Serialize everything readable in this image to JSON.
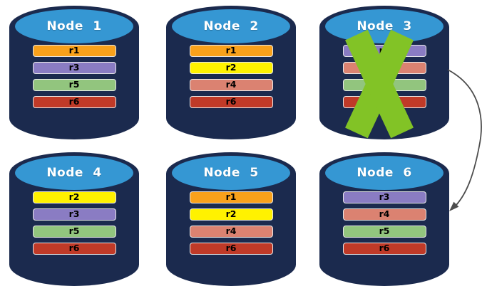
{
  "diagram": {
    "colors": {
      "cylinder_body": "#1B2A4E",
      "cylinder_top": "#3597D3",
      "failure_x": "#82C326",
      "arrow": "#4D4D4D",
      "bar_border": "#E8E8E8"
    },
    "replica_palette": {
      "r1": "#F9A11B",
      "r2": "#FFF200",
      "r3": "#8A7CC3",
      "r4": "#DB8271",
      "r5": "#92C57E",
      "r6": "#C03A28"
    },
    "nodes": [
      {
        "label": "Node 1",
        "failed": false,
        "replicas": [
          {
            "label": "r1",
            "color": "#F9A11B"
          },
          {
            "label": "r3",
            "color": "#8A7CC3"
          },
          {
            "label": "r5",
            "color": "#92C57E"
          },
          {
            "label": "r6",
            "color": "#C03A28"
          }
        ]
      },
      {
        "label": "Node 2",
        "failed": false,
        "replicas": [
          {
            "label": "r1",
            "color": "#F9A11B"
          },
          {
            "label": "r2",
            "color": "#FFF200"
          },
          {
            "label": "r4",
            "color": "#DB8271"
          },
          {
            "label": "r6",
            "color": "#C03A28"
          }
        ]
      },
      {
        "label": "Node 3",
        "failed": true,
        "replicas": [
          {
            "label": "r3",
            "color": "#8A7CC3"
          },
          {
            "label": "",
            "color": "#DB8271"
          },
          {
            "label": "",
            "color": "#92C57E"
          },
          {
            "label": "",
            "color": "#C03A28"
          }
        ]
      },
      {
        "label": "Node 4",
        "failed": false,
        "replicas": [
          {
            "label": "r2",
            "color": "#FFF200"
          },
          {
            "label": "r3",
            "color": "#8A7CC3"
          },
          {
            "label": "r5",
            "color": "#92C57E"
          },
          {
            "label": "r6",
            "color": "#C03A28"
          }
        ]
      },
      {
        "label": "Node 5",
        "failed": false,
        "replicas": [
          {
            "label": "r1",
            "color": "#F9A11B"
          },
          {
            "label": "r2",
            "color": "#FFF200"
          },
          {
            "label": "r4",
            "color": "#DB8271"
          },
          {
            "label": "r6",
            "color": "#C03A28"
          }
        ]
      },
      {
        "label": "Node 6",
        "failed": false,
        "replicas": [
          {
            "label": "r3",
            "color": "#8A7CC3"
          },
          {
            "label": "r4",
            "color": "#DB8271"
          },
          {
            "label": "r5",
            "color": "#92C57E"
          },
          {
            "label": "r6",
            "color": "#C03A28"
          }
        ]
      }
    ],
    "arrow": {
      "from_node": "Node 3",
      "to_node": "Node 6"
    },
    "failed_node": "Node 3"
  }
}
